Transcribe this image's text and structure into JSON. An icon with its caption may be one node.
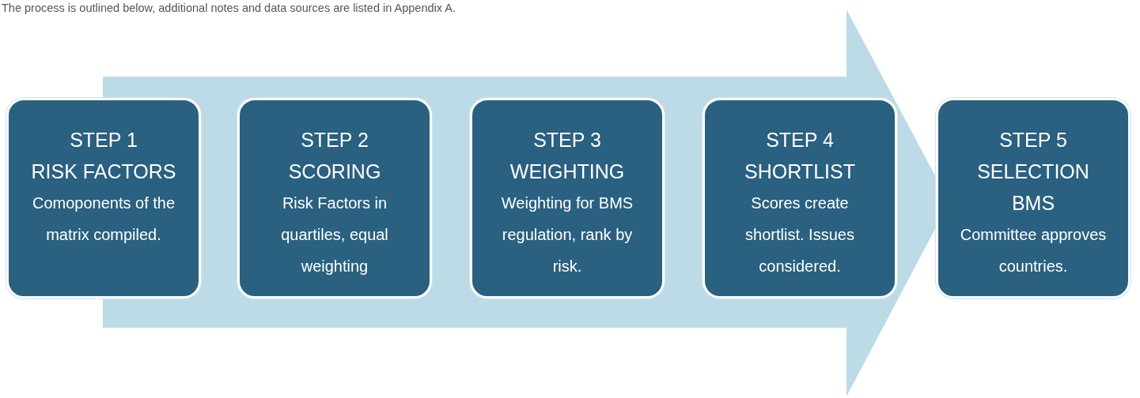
{
  "diagram": {
    "nodes": [
      {
        "text": [
          "STEP 1",
          "RISK FACTORS",
          "Comoponents of the matrix compiled."
        ]
      },
      {
        "text": [
          "STEP 2",
          "SCORING",
          "Risk Factors in quartiles, equal weighting"
        ]
      },
      {
        "text": [
          "STEP 3",
          "WEIGHTING",
          "Weighting for BMS regulation, rank by risk."
        ]
      },
      {
        "text": [
          "STEP 4",
          "SHORTLIST",
          "Scores create shortlist. Issues considered."
        ]
      },
      {
        "text": [
          "STEP 5",
          "SELECTION",
          "BMS",
          "Committee approves countries."
        ]
      }
    ],
    "labels": [
      "The process is outlined below, additional notes and data sources are listed in Appendix A."
    ]
  }
}
